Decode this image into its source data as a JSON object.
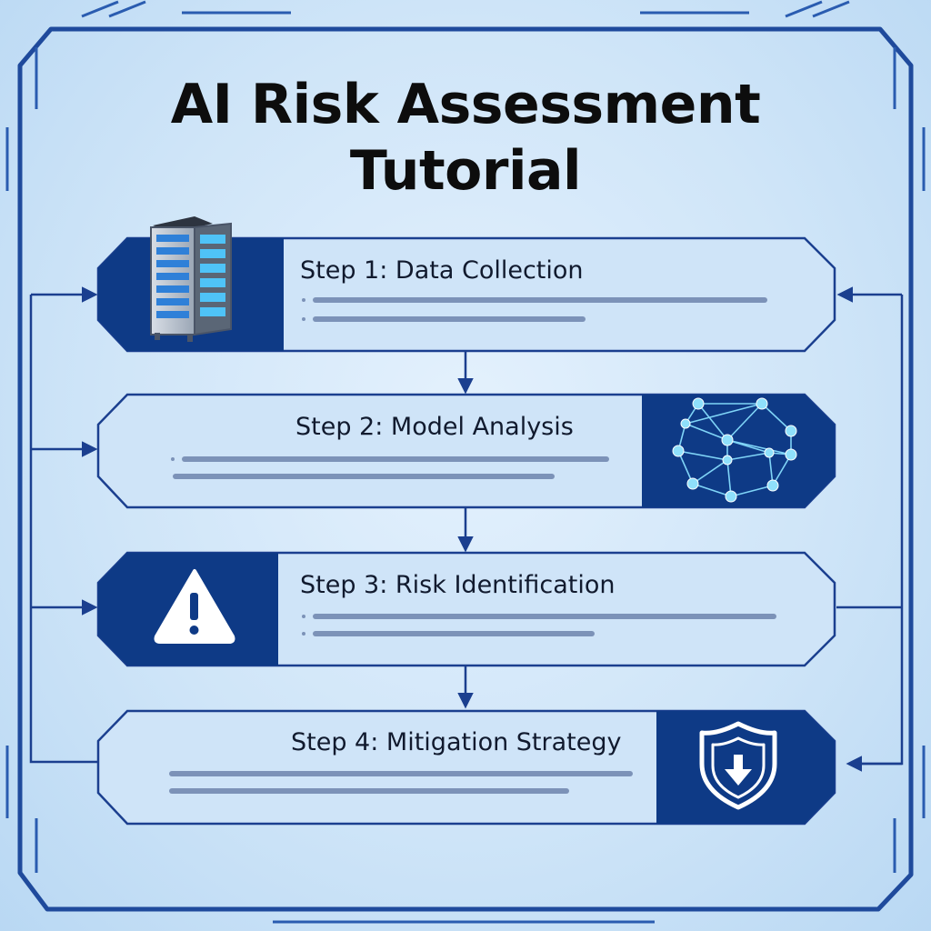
{
  "diagram": {
    "title_lines": [
      "AI Risk Assessment",
      "Tutorial"
    ],
    "steps": [
      {
        "heading": "Step 1: Data Collection",
        "icon": "server-rack-icon"
      },
      {
        "heading": "Step 2: Model Analysis",
        "icon": "neural-network-icon"
      },
      {
        "heading": "Step 3: Risk Identification",
        "icon": "warning-icon"
      },
      {
        "heading": "Step 4: Mitigation Strategy",
        "icon": "shield-icon"
      }
    ]
  },
  "colors": {
    "navy": "#0e3a86",
    "line": "#1b3f8f",
    "panel_fill": "#cfe4f8",
    "frame": "#1f4a9c",
    "background": "#d6e9fa",
    "accent_blue": "#4fc3f7"
  }
}
